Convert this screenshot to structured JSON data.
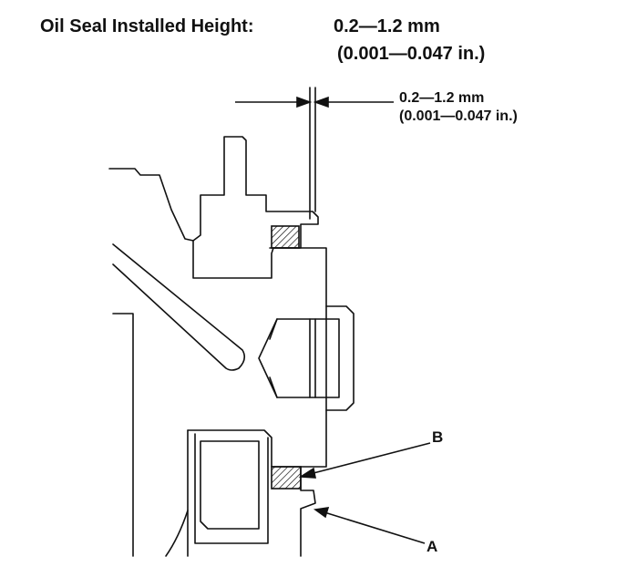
{
  "heading": {
    "label": "Oil Seal Installed Height:",
    "value_mm": "0.2—1.2 mm",
    "value_in": "(0.001—0.047 in.)"
  },
  "dimension": {
    "value_mm": "0.2—1.2 mm",
    "value_in": "(0.001—0.047 in.)"
  },
  "callouts": {
    "b": "B",
    "a": "A"
  },
  "colors": {
    "ink": "#111111",
    "background": "#ffffff"
  }
}
